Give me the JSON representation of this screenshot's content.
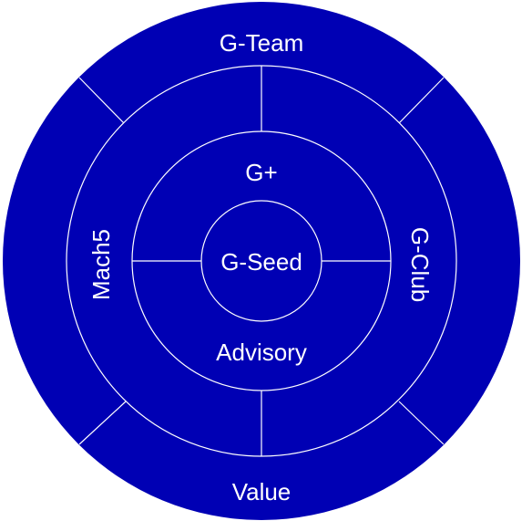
{
  "colors": {
    "background": "#0000b4",
    "line": "#ffffff",
    "text": "#ffffff"
  },
  "labels": {
    "outer_top": "G-Team",
    "outer_bottom": "Value",
    "middle_left": "Mach5",
    "middle_right": "G-Club",
    "inner_top": "G+",
    "inner_bottom": "Advisory",
    "core": "G-Seed"
  }
}
